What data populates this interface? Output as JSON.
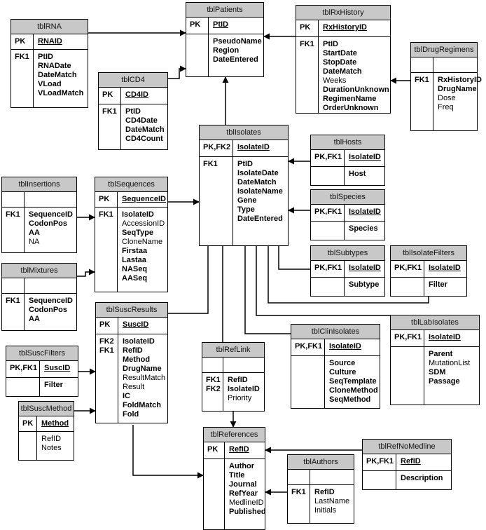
{
  "tables": {
    "patients": {
      "title": "tblPatients",
      "pk_key": "PK",
      "pk": "PtID",
      "fields": [
        "PseudoName",
        "Region",
        "DateEntered"
      ]
    },
    "rna": {
      "title": "tblRNA",
      "pk_key": "PK",
      "pk": "RNAID",
      "fk_key": "FK1",
      "fields": [
        "PtID",
        "RNADate",
        "DateMatch",
        "VLoad",
        "VLoadMatch"
      ]
    },
    "rxhistory": {
      "title": "tblRxHistory",
      "pk_key": "PK",
      "pk": "RxHistoryID",
      "fk_key": "FK1",
      "fields": [
        "PtID",
        "StartDate",
        "StopDate",
        "DateMatch",
        "Weeks",
        "DurationUnknown",
        "RegimenName",
        "OrderUnknown"
      ]
    },
    "drugregimens": {
      "title": "tblDrugRegimens",
      "fk_key": "FK1",
      "fields": [
        "RxHistoryID",
        "DrugName",
        "Dose",
        "Freq"
      ]
    },
    "cd4": {
      "title": "tblCD4",
      "pk_key": "PK",
      "pk": "CD4ID",
      "fk_key": "FK1",
      "fields": [
        "PtID",
        "CD4Date",
        "DateMatch",
        "CD4Count"
      ]
    },
    "isolates": {
      "title": "tblIsolates",
      "pk_key": "PK,FK2",
      "pk": "IsolateID",
      "fk_key": "FK1",
      "fields": [
        "PtID",
        "IsolateDate",
        "DateMatch",
        "IsolateName",
        "Gene",
        "Type",
        "DateEntered"
      ]
    },
    "hosts": {
      "title": "tblHosts",
      "pk_key": "PK,FK1",
      "pk": "IsolateID",
      "fields": [
        "Host"
      ]
    },
    "species": {
      "title": "tblSpecies",
      "pk_key": "PK,FK1",
      "pk": "IsolateID",
      "fields": [
        "Species"
      ]
    },
    "subtypes": {
      "title": "tblSubtypes",
      "pk_key": "PK,FK1",
      "pk": "IsolateID",
      "fields": [
        "Subtype"
      ]
    },
    "isolatefilters": {
      "title": "tblIsolateFilters",
      "pk_key": "PK,FK1",
      "pk": "IsolateID",
      "fields": [
        "Filter"
      ]
    },
    "insertions": {
      "title": "tblInsertions",
      "fk_key": "FK1",
      "fields": [
        "SequenceID",
        "CodonPos",
        "AA",
        "NA"
      ]
    },
    "sequences": {
      "title": "tblSequences",
      "pk_key": "PK",
      "pk": "SequenceID",
      "fk_key": "FK1",
      "fields": [
        "IsolateID",
        "AccessionID",
        "SeqType",
        "CloneName",
        "Firstaa",
        "Lastaa",
        "NASeq",
        "AASeq"
      ]
    },
    "mixtures": {
      "title": "tblMixtures",
      "fk_key": "FK1",
      "fields": [
        "SequenceID",
        "CodonPos",
        "AA"
      ]
    },
    "suscresults": {
      "title": "tblSuscResults",
      "pk_key": "PK",
      "pk": "SuscID",
      "fk_key": "FK2\nFK1",
      "fields": [
        "IsolateID",
        "RefID",
        "Method",
        "DrugName",
        "ResultMatch",
        "Result",
        "IC",
        "FoldMatch",
        "Fold"
      ]
    },
    "suscfilters": {
      "title": "tblSuscFilters",
      "pk_key": "PK,FK1",
      "pk": "SuscID",
      "fields": [
        "Filter"
      ]
    },
    "suscmethod": {
      "title": "tblSuscMethod",
      "pk_key": "PK",
      "pk": "Method",
      "fields": [
        "RefID",
        "Notes"
      ]
    },
    "reflink": {
      "title": "tblRefLink",
      "fk_key": "FK1\nFK2",
      "fields": [
        "RefID",
        "IsolateID",
        "Priority"
      ]
    },
    "clinisolates": {
      "title": "tblClinIsolates",
      "pk_key": "PK,FK1",
      "pk": "IsolateID",
      "fields": [
        "Source",
        "Culture",
        "SeqTemplate",
        "CloneMethod",
        "SeqMethod"
      ]
    },
    "labisolates": {
      "title": "tblLabIsolates",
      "pk_key": "PK,FK1",
      "pk": "IsolateID",
      "fields": [
        "Parent",
        "MutationList",
        "SDM",
        "Passage"
      ]
    },
    "references": {
      "title": "tblReferences",
      "pk_key": "PK",
      "pk": "RefID",
      "fields": [
        "Author",
        "Title",
        "Journal",
        "RefYear",
        "MedlineID",
        "Published"
      ]
    },
    "authors": {
      "title": "tblAuthors",
      "fk_key": "FK1",
      "fields": [
        "RefID",
        "LastName",
        "Initials"
      ]
    },
    "refnomedline": {
      "title": "tblRefNoMedline",
      "pk_key": "PK,FK1",
      "pk": "RefID",
      "fields": [
        "Description"
      ]
    }
  }
}
